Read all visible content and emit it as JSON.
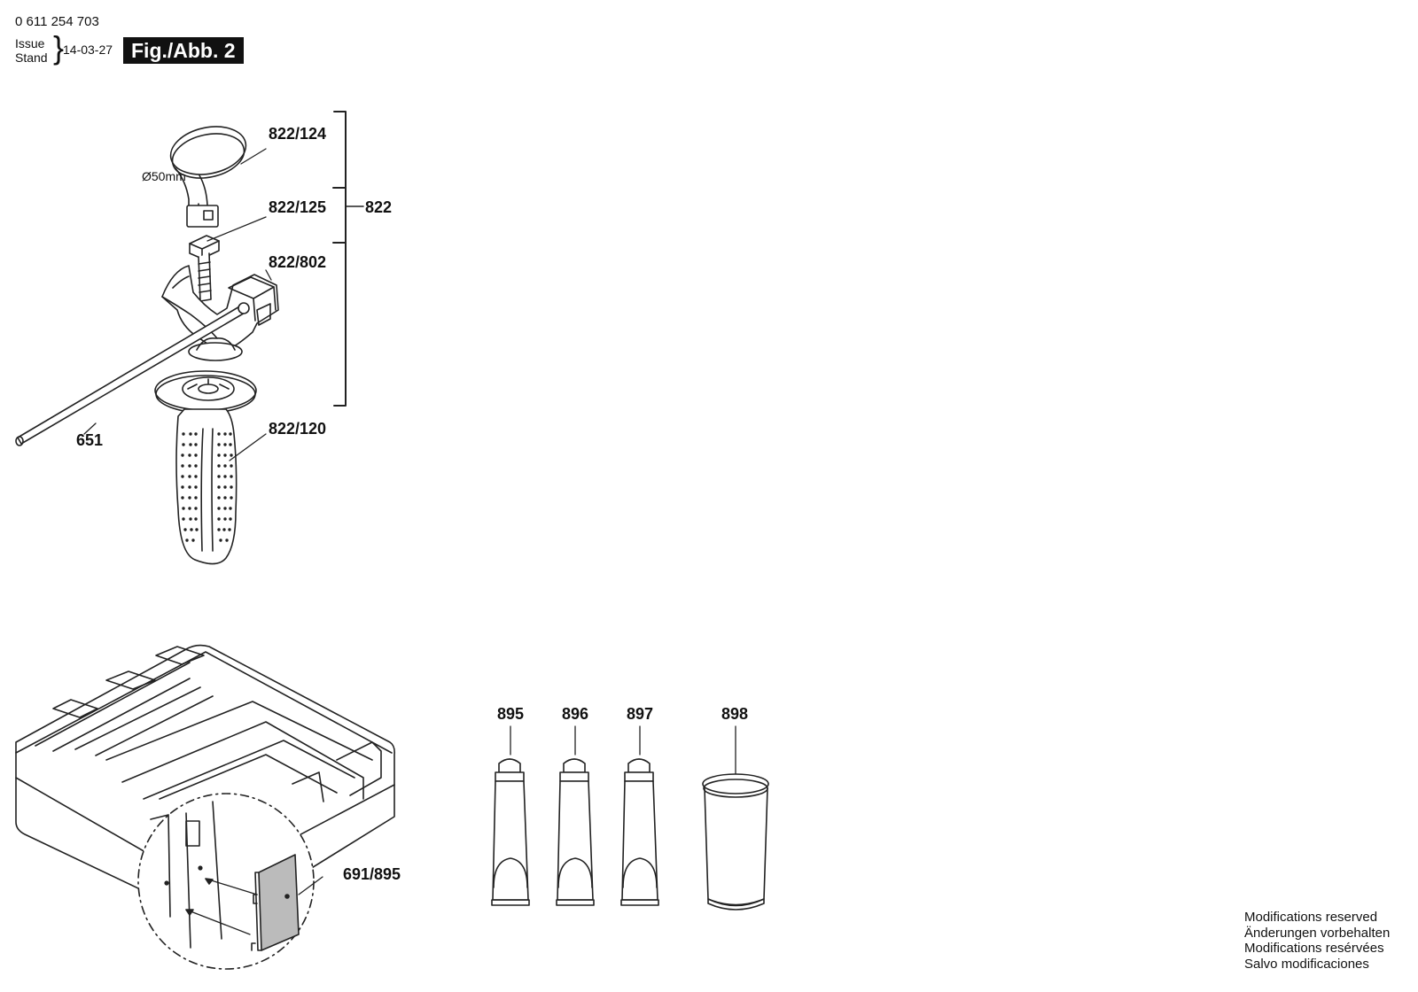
{
  "header": {
    "part_number": "0 611 254 703",
    "issue_label": "Issue",
    "stand_label": "Stand",
    "issue_date": "14-03-27",
    "figure_label": "Fig./Abb. 2"
  },
  "labels": {
    "p822_124": "822/124",
    "p822_125": "822/125",
    "p822": "822",
    "p822_802": "822/802",
    "p651": "651",
    "p822_120": "822/120",
    "diameter": "Ø50mm",
    "p691_895": "691/895",
    "p895": "895",
    "p896": "896",
    "p897": "897",
    "p898": "898"
  },
  "footer": {
    "line1": "Modifications reserved",
    "line2": "Änderungen vorbehalten",
    "line3": "Modifications resérvées",
    "line4": "Salvo modificaciones"
  }
}
